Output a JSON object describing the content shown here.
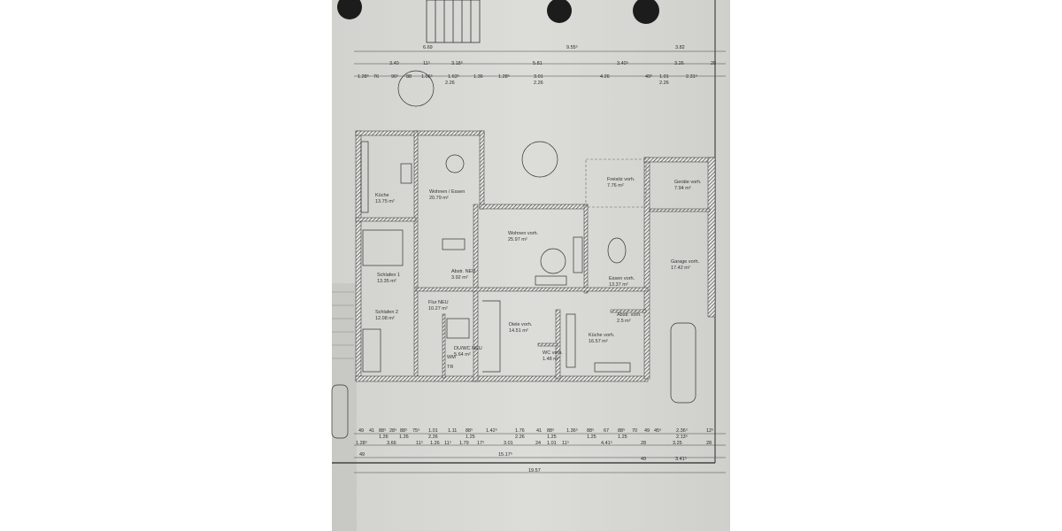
{
  "colors": {
    "paper": "#d9d9d5",
    "wall": "#3a3a3a",
    "line": "#444444",
    "background": "#ffffff"
  },
  "rooms": [
    {
      "name": "Küche",
      "area": "13.75 m²"
    },
    {
      "name": "Wohnen / Essen",
      "area": "20.79 m²"
    },
    {
      "name": "Schlafen 1",
      "area": "13.35 m²"
    },
    {
      "name": "Abstr. NEU",
      "area": "3.92 m²"
    },
    {
      "name": "Wohnen vorh.",
      "area": "25.97 m²"
    },
    {
      "name": "Freisitz vorh.",
      "area": "7.76 m²"
    },
    {
      "name": "Geräte vorh.",
      "area": "7.94 m²"
    },
    {
      "name": "Essen vorh.",
      "area": "13.37 m²"
    },
    {
      "name": "Garage vorh.",
      "area": "17.42 m²"
    },
    {
      "name": "Abstr. vorh.",
      "area": "2.5 m²"
    },
    {
      "name": "Küche vorh.",
      "area": "16.57 m²"
    },
    {
      "name": "Schlafen 2",
      "area": "12.08 m²"
    },
    {
      "name": "Flur NEU",
      "area": "10.27 m²"
    },
    {
      "name": "DU/WC NEU",
      "area": "5.64 m²"
    },
    {
      "name": "Diele vorh.",
      "area": "14.51 m²"
    },
    {
      "name": "WC vorh.",
      "area": "1.48 m²"
    }
  ],
  "fixtures": {
    "wm": "WM",
    "tr": "TR"
  },
  "dimensions_top": {
    "row1": [
      "6.69",
      "9.55⁵",
      "3.82"
    ],
    "row2": [
      "3.40",
      "11⁵",
      "3.18⁵",
      "5.81",
      "3.40⁵",
      "3.26",
      "28"
    ],
    "row3": [
      "1.28⁵",
      "76",
      "96⁵",
      "88",
      "1.06⁵",
      "1.63⁵",
      "1.36",
      "1.28⁵",
      "3.01",
      "4.26",
      "49⁵",
      "1.01",
      "2.31⁵"
    ],
    "row3b": [
      "2.26",
      "2.26",
      "2.26"
    ]
  },
  "dimensions_bottom": {
    "row1": [
      "49",
      "41",
      "88⁵",
      "28⁵",
      "88⁵",
      "75⁵",
      "1.01",
      "1.11",
      "88⁵",
      "1.42⁵",
      "1.76",
      "41",
      "88⁵",
      "1.36⁵",
      "88⁵",
      "67",
      "88⁵",
      "70",
      "49",
      "45⁵",
      "2.36⁵",
      "12⁵"
    ],
    "row1b": [
      "1.26",
      "1.26",
      "2.26",
      "1.25",
      "2.26",
      "1.25",
      "1.25",
      "1.25",
      "2.13⁵"
    ],
    "row2": [
      "1.28⁵",
      "3.66",
      "11⁵",
      "1.26",
      "11⁵",
      "1.79",
      "17⁵",
      "3.01",
      "24",
      "1.01",
      "11⁵",
      "4.41⁵",
      "28",
      "3.25",
      "28"
    ],
    "row3": [
      "49",
      "15.17⁵",
      "49",
      "3.41⁵"
    ],
    "row4": [
      "19.57"
    ]
  }
}
